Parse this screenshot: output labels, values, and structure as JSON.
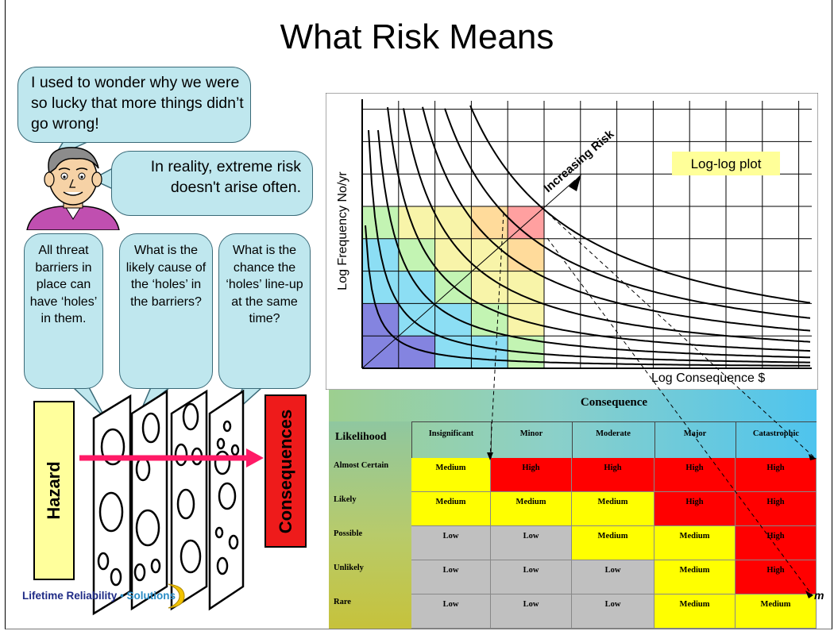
{
  "title": "What Risk Means",
  "speech": {
    "bubble1": "I used to wonder why we were so lucky that more things didn’t go wrong!",
    "bubble2": "In reality, extreme risk doesn't arise often."
  },
  "barrier_questions": [
    "All threat barriers in place can have ‘holes’ in them.",
    "What is the likely cause of the ‘holes’ in the barriers?",
    "What is the chance the ‘holes’ line-up at the same time?"
  ],
  "hazard_label": "Hazard",
  "consequences_label": "Consequences",
  "logo": {
    "part1": "Lifetime Reliability",
    "separator": "•",
    "part2": "Solutions"
  },
  "chart": {
    "ylabel": "Log Frequency No/yr",
    "xlabel": "Log Consequence $",
    "arrow_label": "Increasing Risk",
    "plot_note": "Log-log plot"
  },
  "matrix": {
    "header": "Consequence",
    "row_header": "Likelihood",
    "columns": [
      "Insignificant",
      "Minor",
      "Moderate",
      "Major",
      "Catastrophic"
    ],
    "rows": [
      {
        "label": "Almost Certain",
        "cells": [
          "Medium",
          "High",
          "High",
          "High",
          "High"
        ]
      },
      {
        "label": "Likely",
        "cells": [
          "Medium",
          "Medium",
          "Medium",
          "High",
          "High"
        ]
      },
      {
        "label": "Possible",
        "cells": [
          "Low",
          "Low",
          "Medium",
          "Medium",
          "High"
        ]
      },
      {
        "label": "Unlikely",
        "cells": [
          "Low",
          "Low",
          "Low",
          "Medium",
          "High"
        ]
      },
      {
        "label": "Rare",
        "cells": [
          "Low",
          "Low",
          "Low",
          "Medium",
          "Medium"
        ]
      }
    ],
    "colors": {
      "High": "#ff0000",
      "Medium": "#ffff00",
      "Low": "#c0c0c0"
    }
  },
  "corner_mark": "m"
}
